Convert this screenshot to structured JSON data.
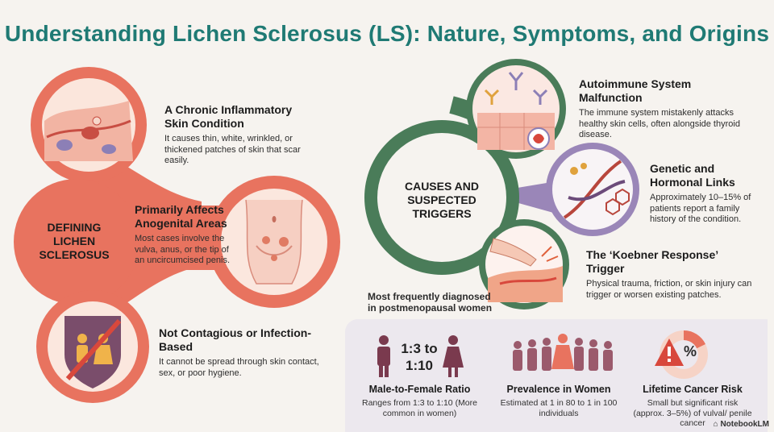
{
  "title": "Understanding Lichen Sclerosus (LS): Nature, Symptoms, and Origins",
  "left": {
    "center_label": "DEFINING LICHEN SCLEROSUS",
    "items": [
      {
        "heading": "A Chronic Inflammatory Skin Condition",
        "text": "It causes thin, white, wrinkled, or thickened patches of skin that scar easily."
      },
      {
        "heading": "Primarily Affects Anogenital Areas",
        "text": "Most cases involve the vulva, anus, or the tip of an uncircumcised penis."
      },
      {
        "heading": "Not Contagious or Infection-Based",
        "text": "It cannot be spread through skin contact, sex, or poor hygiene."
      }
    ]
  },
  "right": {
    "center_label": "CAUSES AND SUSPECTED TRIGGERS",
    "items": [
      {
        "heading": "Autoimmune System Malfunction",
        "text": "The immune system mistakenly attacks healthy skin cells, often alongside thyroid disease."
      },
      {
        "heading": "Genetic and Hormonal Links",
        "text": "Approximately 10–15% of patients report a family history of the condition."
      },
      {
        "heading": "The ‘Koebner Response’ Trigger",
        "text": "Physical trauma, friction, or skin injury can trigger or worsen existing patches."
      }
    ],
    "note": "Most frequently diagnosed in postmenopausal women"
  },
  "stats": [
    {
      "figure": "1:3 to 1:10",
      "title": "Male-to-Female Ratio",
      "text": "Ranges from 1:3 to 1:10 (More common in women)"
    },
    {
      "title": "Prevalence in Women",
      "text": "Estimated at 1 in 80 to 1 in 100 individuals"
    },
    {
      "figure": "%",
      "title": "Lifetime Cancer Risk",
      "text": "Small but significant risk (approx. 3–5%) of vulval/ penile cancer"
    }
  ],
  "brand": "NotebookLM",
  "colors": {
    "title": "#1f7a74",
    "coral": "#e8735f",
    "green": "#4a7c59",
    "purple": "#9a86b8",
    "panel": "#ece8ee"
  }
}
